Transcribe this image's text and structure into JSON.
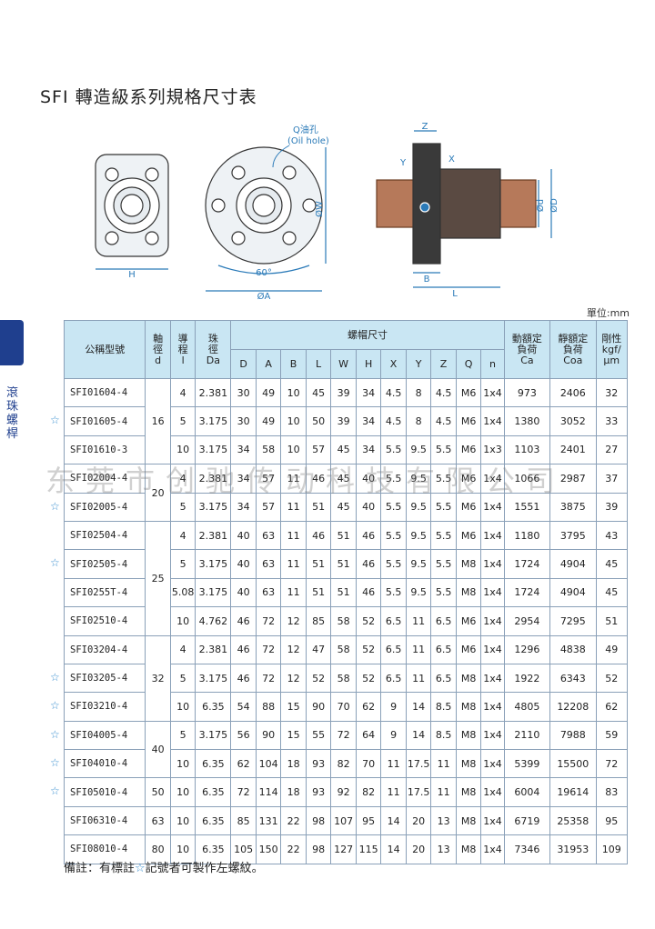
{
  "title": "SFI 轉造級系列規格尺寸表",
  "side_label": "滾珠螺桿",
  "unit": "單位:mm",
  "drawing": {
    "oil_hole_label": "Q油孔",
    "oil_hole_en": "(Oil hole)",
    "dims": [
      "H",
      "60°",
      "ØA",
      "ØW",
      "Z",
      "X",
      "Y",
      "B",
      "L",
      "Ød",
      "ØD"
    ]
  },
  "table": {
    "headers": {
      "model": "公稱型號",
      "shaft": [
        "軸",
        "徑",
        "d"
      ],
      "lead": [
        "導",
        "程",
        "l"
      ],
      "ball": [
        "珠",
        "徑",
        "Da"
      ],
      "nut_group": "螺帽尺寸",
      "nut_cols": [
        "D",
        "A",
        "B",
        "L",
        "W",
        "H",
        "X",
        "Y",
        "Z",
        "Q",
        "n"
      ],
      "dyn": [
        "動額定",
        "負荷",
        "Ca"
      ],
      "stat": [
        "靜額定",
        "負荷",
        "Coa"
      ],
      "stiff": [
        "剛性",
        "kgf/",
        "μm"
      ]
    },
    "rows": [
      {
        "model": "SFI01604-4",
        "star": false,
        "lead": "4",
        "da": "2.381",
        "D": "30",
        "A": "49",
        "B": "10",
        "L": "45",
        "W": "39",
        "H": "34",
        "X": "4.5",
        "Y": "8",
        "Z": "4.5",
        "Q": "M6",
        "n": "1x4",
        "ca": "973",
        "coa": "2406",
        "k": "32"
      },
      {
        "model": "SFI01605-4",
        "star": true,
        "lead": "5",
        "da": "3.175",
        "D": "30",
        "A": "49",
        "B": "10",
        "L": "50",
        "W": "39",
        "H": "34",
        "X": "4.5",
        "Y": "8",
        "Z": "4.5",
        "Q": "M6",
        "n": "1x4",
        "ca": "1380",
        "coa": "3052",
        "k": "33"
      },
      {
        "model": "SFI01610-3",
        "star": false,
        "lead": "10",
        "da": "3.175",
        "D": "34",
        "A": "58",
        "B": "10",
        "L": "57",
        "W": "45",
        "H": "34",
        "X": "5.5",
        "Y": "9.5",
        "Z": "5.5",
        "Q": "M6",
        "n": "1x3",
        "ca": "1103",
        "coa": "2401",
        "k": "27"
      },
      {
        "model": "SFI02004-4",
        "star": false,
        "lead": "4",
        "da": "2.381",
        "D": "34",
        "A": "57",
        "B": "11",
        "L": "46",
        "W": "45",
        "H": "40",
        "X": "5.5",
        "Y": "9.5",
        "Z": "5.5",
        "Q": "M6",
        "n": "1x4",
        "ca": "1066",
        "coa": "2987",
        "k": "37"
      },
      {
        "model": "SFI02005-4",
        "star": true,
        "lead": "5",
        "da": "3.175",
        "D": "34",
        "A": "57",
        "B": "11",
        "L": "51",
        "W": "45",
        "H": "40",
        "X": "5.5",
        "Y": "9.5",
        "Z": "5.5",
        "Q": "M6",
        "n": "1x4",
        "ca": "1551",
        "coa": "3875",
        "k": "39"
      },
      {
        "model": "SFI02504-4",
        "star": false,
        "lead": "4",
        "da": "2.381",
        "D": "40",
        "A": "63",
        "B": "11",
        "L": "46",
        "W": "51",
        "H": "46",
        "X": "5.5",
        "Y": "9.5",
        "Z": "5.5",
        "Q": "M6",
        "n": "1x4",
        "ca": "1180",
        "coa": "3795",
        "k": "43"
      },
      {
        "model": "SFI02505-4",
        "star": true,
        "lead": "5",
        "da": "3.175",
        "D": "40",
        "A": "63",
        "B": "11",
        "L": "51",
        "W": "51",
        "H": "46",
        "X": "5.5",
        "Y": "9.5",
        "Z": "5.5",
        "Q": "M8",
        "n": "1x4",
        "ca": "1724",
        "coa": "4904",
        "k": "45"
      },
      {
        "model": "SFI0255T-4",
        "star": false,
        "lead": "5.08",
        "da": "3.175",
        "D": "40",
        "A": "63",
        "B": "11",
        "L": "51",
        "W": "51",
        "H": "46",
        "X": "5.5",
        "Y": "9.5",
        "Z": "5.5",
        "Q": "M8",
        "n": "1x4",
        "ca": "1724",
        "coa": "4904",
        "k": "45"
      },
      {
        "model": "SFI02510-4",
        "star": false,
        "lead": "10",
        "da": "4.762",
        "D": "46",
        "A": "72",
        "B": "12",
        "L": "85",
        "W": "58",
        "H": "52",
        "X": "6.5",
        "Y": "11",
        "Z": "6.5",
        "Q": "M6",
        "n": "1x4",
        "ca": "2954",
        "coa": "7295",
        "k": "51"
      },
      {
        "model": "SFI03204-4",
        "star": false,
        "lead": "4",
        "da": "2.381",
        "D": "46",
        "A": "72",
        "B": "12",
        "L": "47",
        "W": "58",
        "H": "52",
        "X": "6.5",
        "Y": "11",
        "Z": "6.5",
        "Q": "M6",
        "n": "1x4",
        "ca": "1296",
        "coa": "4838",
        "k": "49"
      },
      {
        "model": "SFI03205-4",
        "star": true,
        "lead": "5",
        "da": "3.175",
        "D": "46",
        "A": "72",
        "B": "12",
        "L": "52",
        "W": "58",
        "H": "52",
        "X": "6.5",
        "Y": "11",
        "Z": "6.5",
        "Q": "M8",
        "n": "1x4",
        "ca": "1922",
        "coa": "6343",
        "k": "52"
      },
      {
        "model": "SFI03210-4",
        "star": true,
        "lead": "10",
        "da": "6.35",
        "D": "54",
        "A": "88",
        "B": "15",
        "L": "90",
        "W": "70",
        "H": "62",
        "X": "9",
        "Y": "14",
        "Z": "8.5",
        "Q": "M8",
        "n": "1x4",
        "ca": "4805",
        "coa": "12208",
        "k": "62"
      },
      {
        "model": "SFI04005-4",
        "star": true,
        "lead": "5",
        "da": "3.175",
        "D": "56",
        "A": "90",
        "B": "15",
        "L": "55",
        "W": "72",
        "H": "64",
        "X": "9",
        "Y": "14",
        "Z": "8.5",
        "Q": "M8",
        "n": "1x4",
        "ca": "2110",
        "coa": "7988",
        "k": "59"
      },
      {
        "model": "SFI04010-4",
        "star": true,
        "lead": "10",
        "da": "6.35",
        "D": "62",
        "A": "104",
        "B": "18",
        "L": "93",
        "W": "82",
        "H": "70",
        "X": "11",
        "Y": "17.5",
        "Z": "11",
        "Q": "M8",
        "n": "1x4",
        "ca": "5399",
        "coa": "15500",
        "k": "72"
      },
      {
        "model": "SFI05010-4",
        "star": true,
        "lead": "10",
        "da": "6.35",
        "D": "72",
        "A": "114",
        "B": "18",
        "L": "93",
        "W": "92",
        "H": "82",
        "X": "11",
        "Y": "17.5",
        "Z": "11",
        "Q": "M8",
        "n": "1x4",
        "ca": "6004",
        "coa": "19614",
        "k": "83"
      },
      {
        "model": "SFI06310-4",
        "star": false,
        "lead": "10",
        "da": "6.35",
        "D": "85",
        "A": "131",
        "B": "22",
        "L": "98",
        "W": "107",
        "H": "95",
        "X": "14",
        "Y": "20",
        "Z": "13",
        "Q": "M8",
        "n": "1x4",
        "ca": "6719",
        "coa": "25358",
        "k": "95"
      },
      {
        "model": "SFI08010-4",
        "star": false,
        "lead": "10",
        "da": "6.35",
        "D": "105",
        "A": "150",
        "B": "22",
        "L": "98",
        "W": "127",
        "H": "115",
        "X": "14",
        "Y": "20",
        "Z": "13",
        "Q": "M8",
        "n": "1x4",
        "ca": "7346",
        "coa": "31953",
        "k": "109"
      }
    ],
    "shaft_groups": [
      {
        "value": "16",
        "span": 3
      },
      {
        "value": "20",
        "span": 2
      },
      {
        "value": "25",
        "span": 4
      },
      {
        "value": "32",
        "span": 3
      },
      {
        "value": "40",
        "span": 2
      },
      {
        "value": "50",
        "span": 1
      },
      {
        "value": "63",
        "span": 1
      },
      {
        "value": "80",
        "span": 1
      }
    ]
  },
  "note": {
    "prefix": "備註：有標註",
    "star": "☆",
    "suffix": "記號者可製作左螺紋。"
  },
  "watermark": "东莞市创驰传动科技有限公司",
  "colors": {
    "header_bg": "#c9e6f3",
    "accent": "#1f3f8e",
    "star": "#3a8fd0"
  }
}
